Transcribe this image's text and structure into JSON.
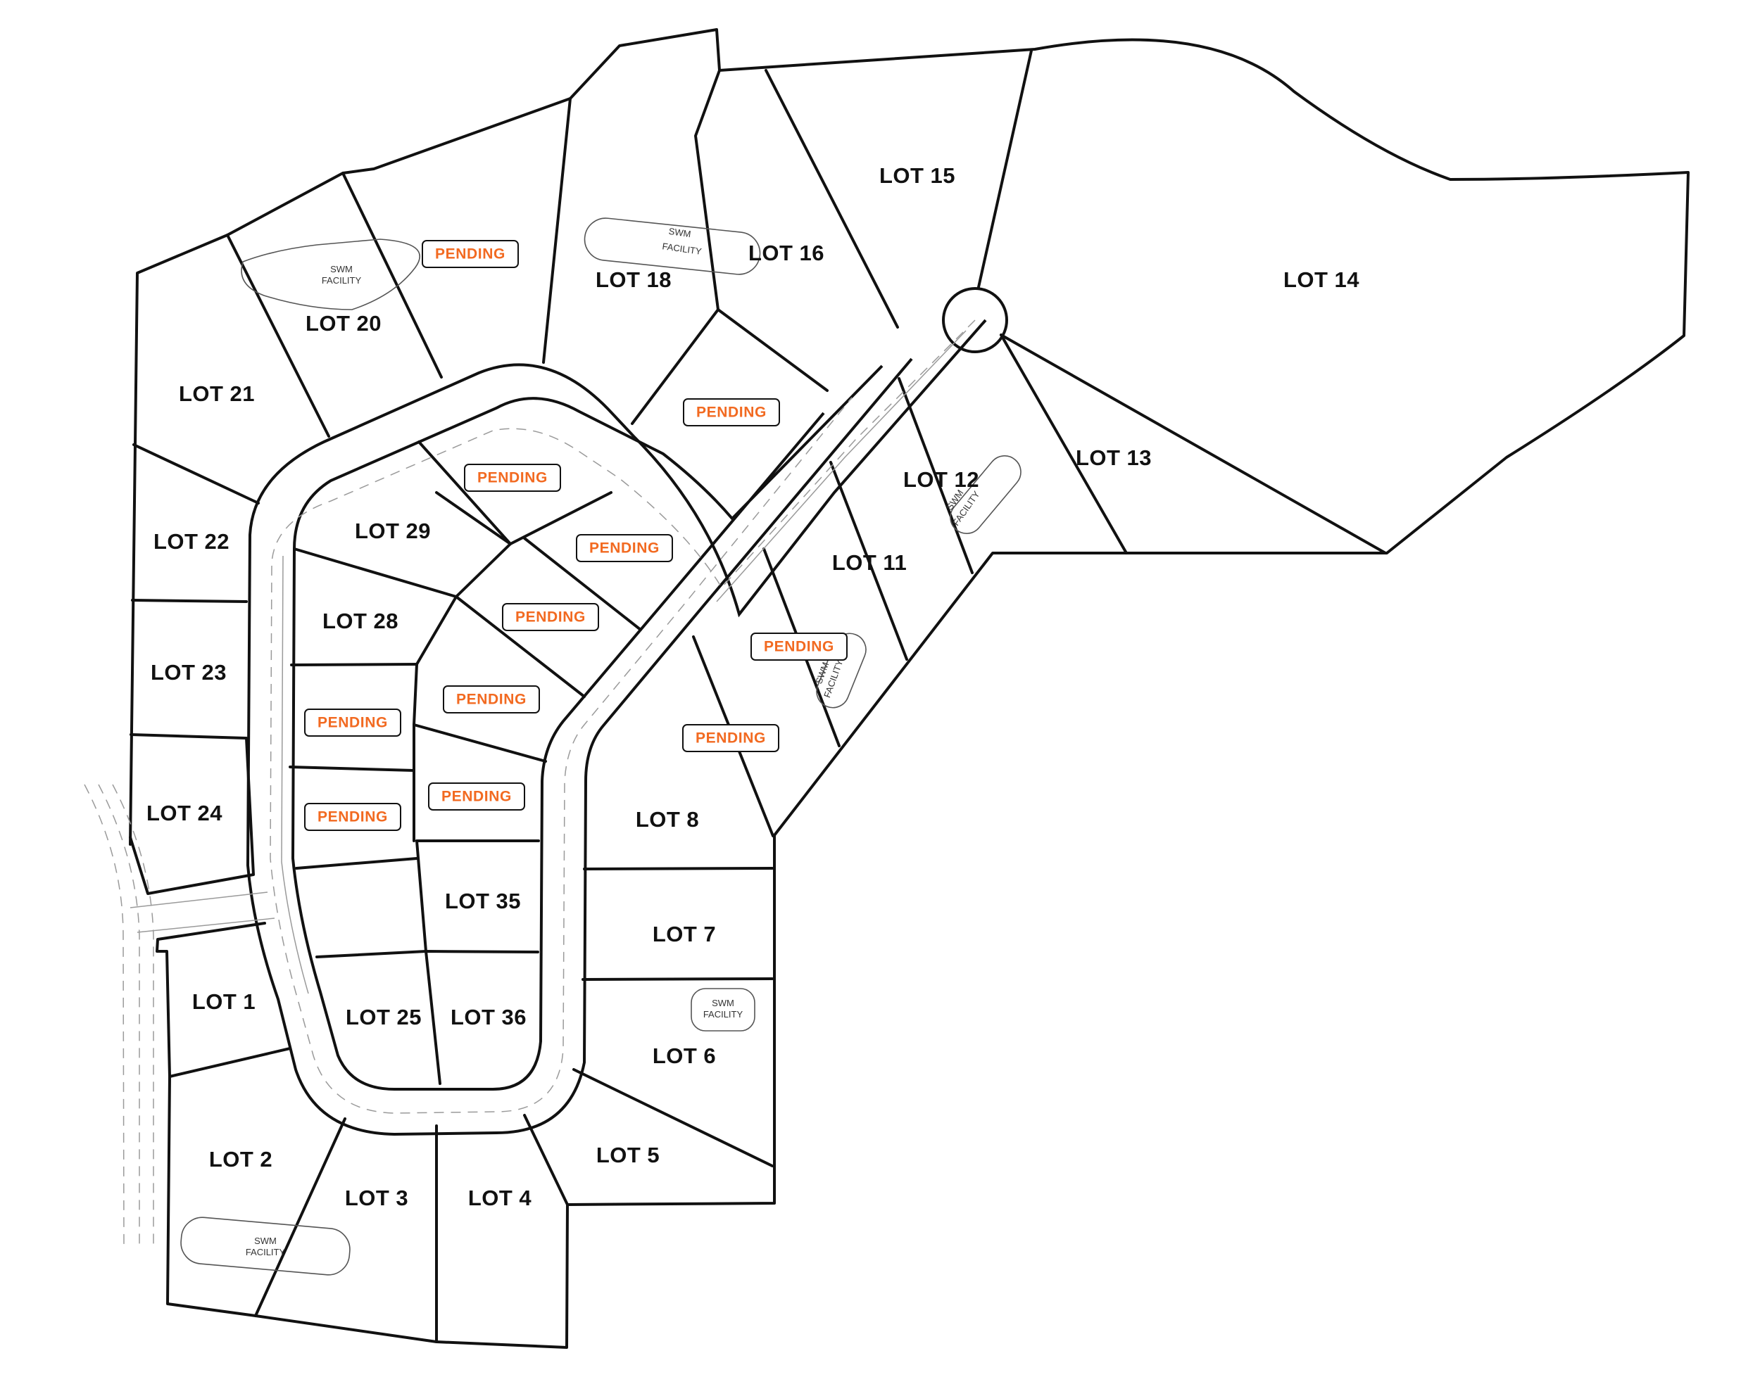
{
  "colors": {
    "pending": "#F26A21",
    "lot_line": "#111111",
    "road_center": "#9a9a9a",
    "background": "#ffffff"
  },
  "lots": {
    "lot1": "LOT 1",
    "lot2": "LOT 2",
    "lot3": "LOT 3",
    "lot4": "LOT 4",
    "lot5": "LOT 5",
    "lot6": "LOT 6",
    "lot7": "LOT 7",
    "lot8": "LOT 8",
    "lot11": "LOT 11",
    "lot12": "LOT 12",
    "lot13": "LOT 13",
    "lot14": "LOT 14",
    "lot15": "LOT 15",
    "lot16": "LOT 16",
    "lot18": "LOT 18",
    "lot20": "LOT 20",
    "lot21": "LOT 21",
    "lot22": "LOT 22",
    "lot23": "LOT 23",
    "lot24": "LOT 24",
    "lot25": "LOT 25",
    "lot28": "LOT 28",
    "lot29": "LOT 29",
    "lot35": "LOT 35",
    "lot36": "LOT 36"
  },
  "status": {
    "pending": "PENDING"
  },
  "swm": {
    "line1": "SWM",
    "line2": "FACILITY"
  }
}
